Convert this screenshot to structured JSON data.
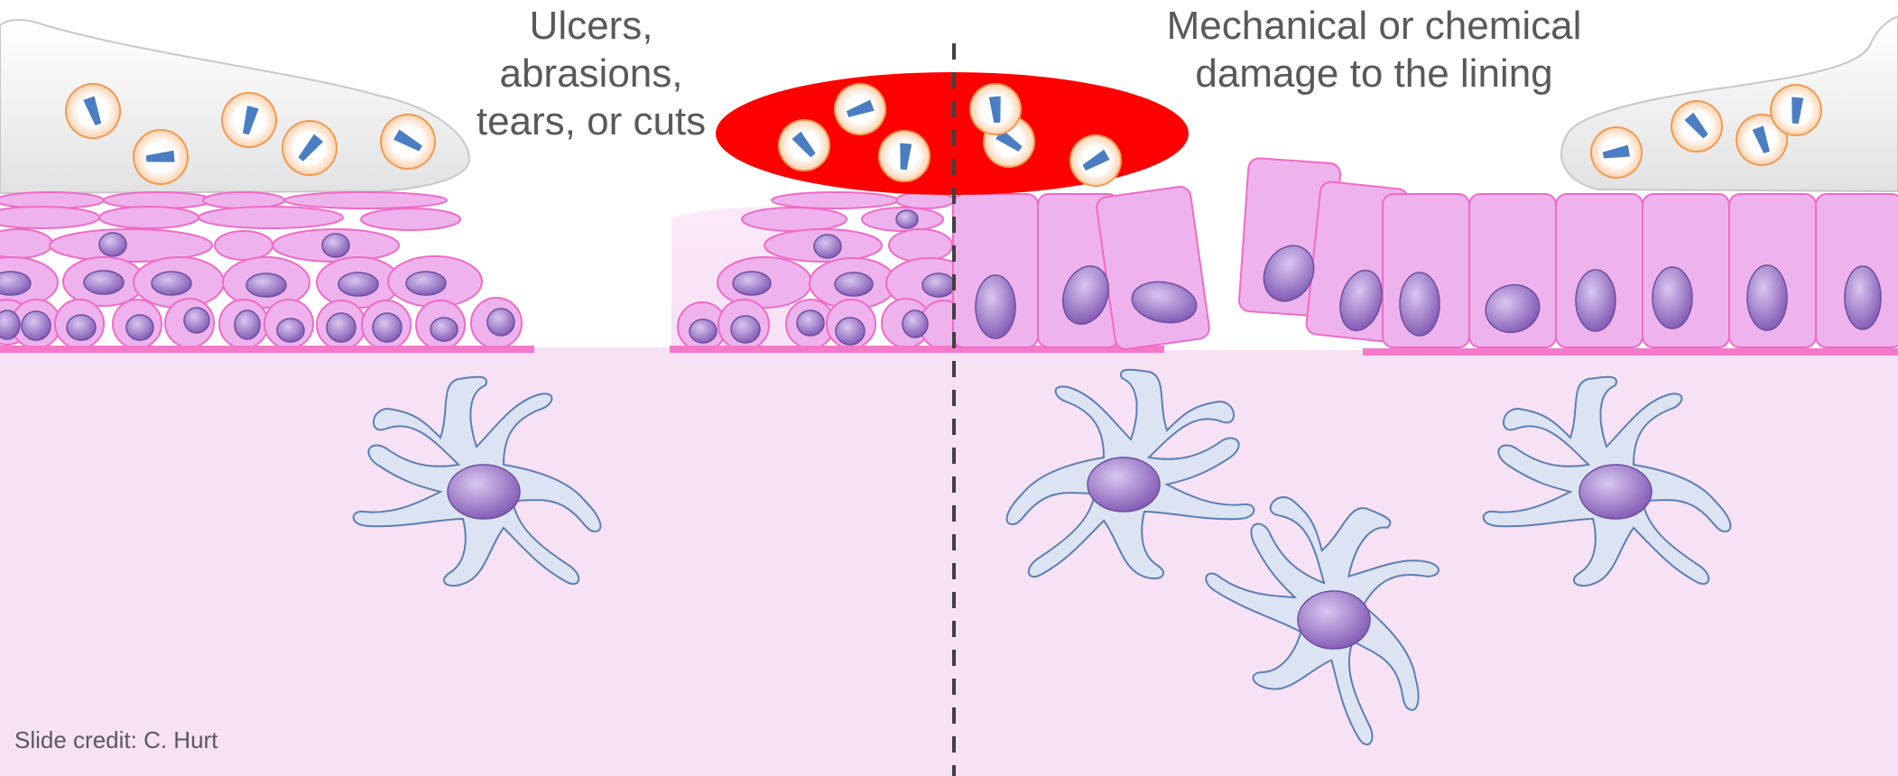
{
  "captions": {
    "left_lines": [
      "Ulcers,",
      "abrasions,",
      "tears, or cuts"
    ],
    "right_lines": [
      "Mechanical or chemical",
      "damage to the lining"
    ]
  },
  "credit": "Slide credit: C. Hurt",
  "icons": {
    "bacterium": "bacterium-icon",
    "immune_cell": "dendritic-cell-icon",
    "blood_clot": "blood-clot-icon"
  },
  "colors": {
    "tissue": "#f7e1f5",
    "cell_fill": "#eeb3ec",
    "cell_stroke": "#f06bc8",
    "nucleus": "#9b74c9",
    "basement": "#f47ac9",
    "mucus": "#f0f0f0",
    "blood": "#ff0000",
    "bacterium_fill": "#fde3cf",
    "bacterium_stroke": "#f39a52",
    "bacterium_rod": "#4a7dc1",
    "immune_fill": "#dce3f2",
    "immune_stroke": "#5b7fb4",
    "divider": "#404040",
    "text": "#595959"
  }
}
